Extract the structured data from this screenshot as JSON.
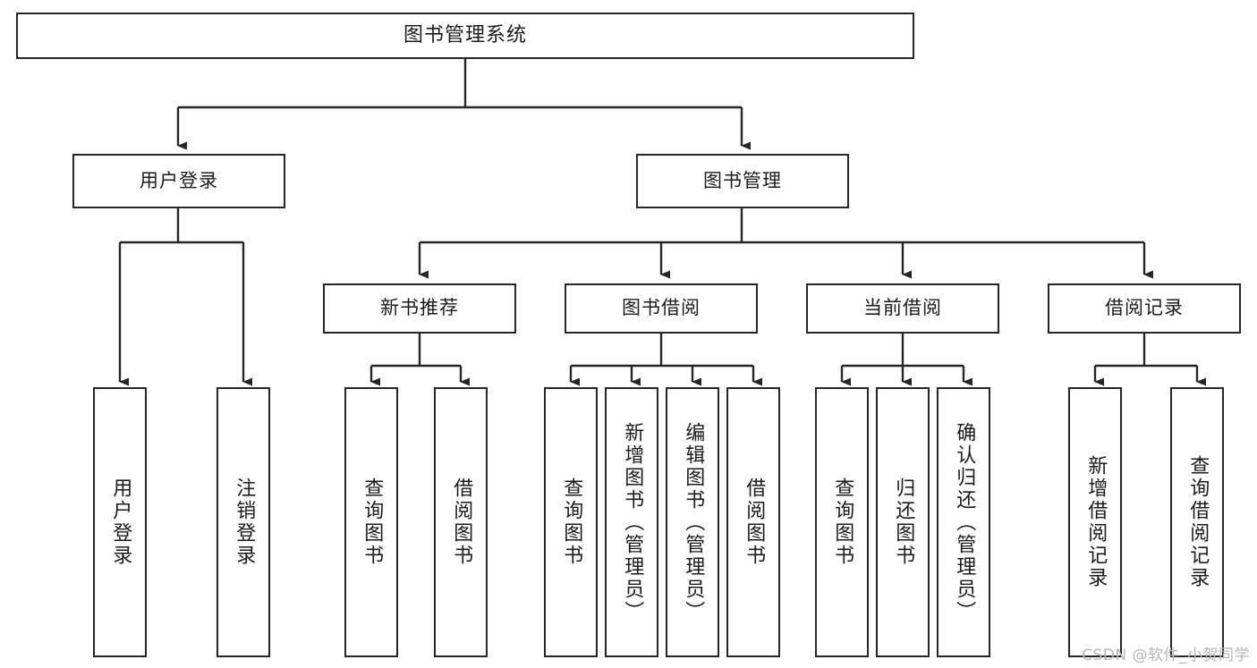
{
  "diagram": {
    "title": "图书管理系统",
    "type": "tree",
    "colors": {
      "box_border": "#262626",
      "box_fill": "#ffffff",
      "connector": "#262626",
      "text": "#1b1b1b",
      "watermark": "#b6b6b6",
      "background": "#ffffff"
    },
    "root": {
      "id": "root",
      "label": "图书管理系统",
      "orientation": "horizontal"
    },
    "level2": [
      {
        "id": "user-login",
        "label": "用户登录",
        "orientation": "horizontal"
      },
      {
        "id": "book-manage",
        "label": "图书管理",
        "orientation": "horizontal"
      }
    ],
    "level3": [
      {
        "id": "new-book-recommend",
        "label": "新书推荐",
        "orientation": "horizontal",
        "parent": "book-manage"
      },
      {
        "id": "book-borrow",
        "label": "图书借阅",
        "orientation": "horizontal",
        "parent": "book-manage"
      },
      {
        "id": "current-borrow",
        "label": "当前借阅",
        "orientation": "horizontal",
        "parent": "book-manage"
      },
      {
        "id": "borrow-record",
        "label": "借阅记录",
        "orientation": "horizontal",
        "parent": "book-manage"
      }
    ],
    "leaves": [
      {
        "id": "leaf-user-login",
        "label": "用户登录",
        "parent": "user-login",
        "orientation": "vertical"
      },
      {
        "id": "leaf-user-logout",
        "label": "注销登录",
        "parent": "user-login",
        "orientation": "vertical"
      },
      {
        "id": "leaf-nbr-query",
        "label": "查询图书",
        "parent": "new-book-recommend",
        "orientation": "vertical"
      },
      {
        "id": "leaf-nbr-borrow",
        "label": "借阅图书",
        "parent": "new-book-recommend",
        "orientation": "vertical"
      },
      {
        "id": "leaf-bb-query",
        "label": "查询图书",
        "parent": "book-borrow",
        "orientation": "vertical"
      },
      {
        "id": "leaf-bb-add",
        "label": "新增图书（管理员）",
        "parent": "book-borrow",
        "orientation": "vertical"
      },
      {
        "id": "leaf-bb-edit",
        "label": "编辑图书（管理员）",
        "parent": "book-borrow",
        "orientation": "vertical"
      },
      {
        "id": "leaf-bb-borrow",
        "label": "借阅图书",
        "parent": "book-borrow",
        "orientation": "vertical"
      },
      {
        "id": "leaf-cb-query",
        "label": "查询图书",
        "parent": "current-borrow",
        "orientation": "vertical"
      },
      {
        "id": "leaf-cb-return",
        "label": "归还图书",
        "parent": "current-borrow",
        "orientation": "vertical"
      },
      {
        "id": "leaf-cb-confirm-return",
        "label": "确认归还（管理员）",
        "parent": "current-borrow",
        "orientation": "vertical"
      },
      {
        "id": "leaf-br-add",
        "label": "新增借阅记录",
        "parent": "borrow-record",
        "orientation": "vertical"
      },
      {
        "id": "leaf-br-query",
        "label": "查询借阅记录",
        "parent": "borrow-record",
        "orientation": "vertical"
      }
    ]
  },
  "watermark": {
    "text": "CSDN @软件_小贺同学"
  }
}
